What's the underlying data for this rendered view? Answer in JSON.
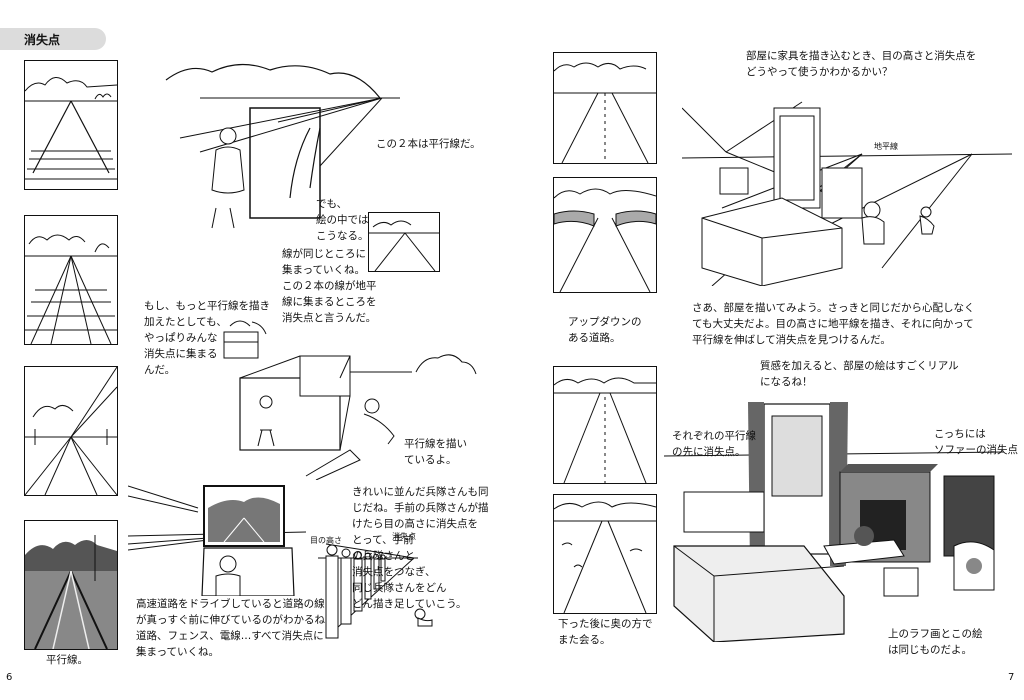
{
  "header": {
    "title": "消失点"
  },
  "left_page": {
    "page_number": "6",
    "caption_parallel_lines": "この２本は平行線だ。",
    "caption_in_picture": "でも、\n絵の中では\nこうなる。",
    "caption_converge": "線が同じところに\n集まっていくね。\nこの２本の線が地平\n線に集まるところを\n消失点と言うんだ。",
    "caption_more_lines": "もし、もっと平行線を描き\n加えたとしても、\nやっぱりみんな\n消失点に集まる\nんだ。",
    "caption_drawing": "平行線を描い\nているよ。",
    "caption_rail_label": "平行線。",
    "caption_soldiers": "きれいに並んだ兵隊さんも同\nじだね。手前の兵隊さんが描\nけたら目の高さに消失点を\nとって、手前\nの兵隊さんと\n消失点をつなぎ、\n同じ兵隊さんをどん\nどん描き足していこう。",
    "label_eye_level": "目の高さ",
    "label_vanishing_point": "消失点",
    "caption_highway": "高速道路をドライブしていると道路の線\nが真っすぐ前に伸びているのがわかるね。\n道路、フェンス、電線…すべて消失点に\n集まっていくね。"
  },
  "right_page": {
    "page_number": "7",
    "caption_up_down": "アップダウンの\nある道路。",
    "caption_down_then": "下った後に奥の方で\nまた会る。",
    "caption_room_question": "部屋に家具を描き込むとき、目の高さと消失点を\nどうやって使うかわかるかい？",
    "label_horizon": "地平線",
    "caption_room_draw": "さあ、部屋を描いてみよう。さっきと同じだから心配しなく\nても大丈夫だよ。目の高さに地平線を描き、それに向かって\n平行線を伸ばして消失点を見つけるんだ。",
    "caption_texture": "質感を加えると、部屋の絵はすごくリアル\nになるね！",
    "caption_each_vp": "それぞれの平行線\nの先に消失点。",
    "caption_sofa_vp": "こっちには\nソファーの消失点",
    "caption_same": "上のラフ画とこの絵\nは同じものだよ。"
  }
}
